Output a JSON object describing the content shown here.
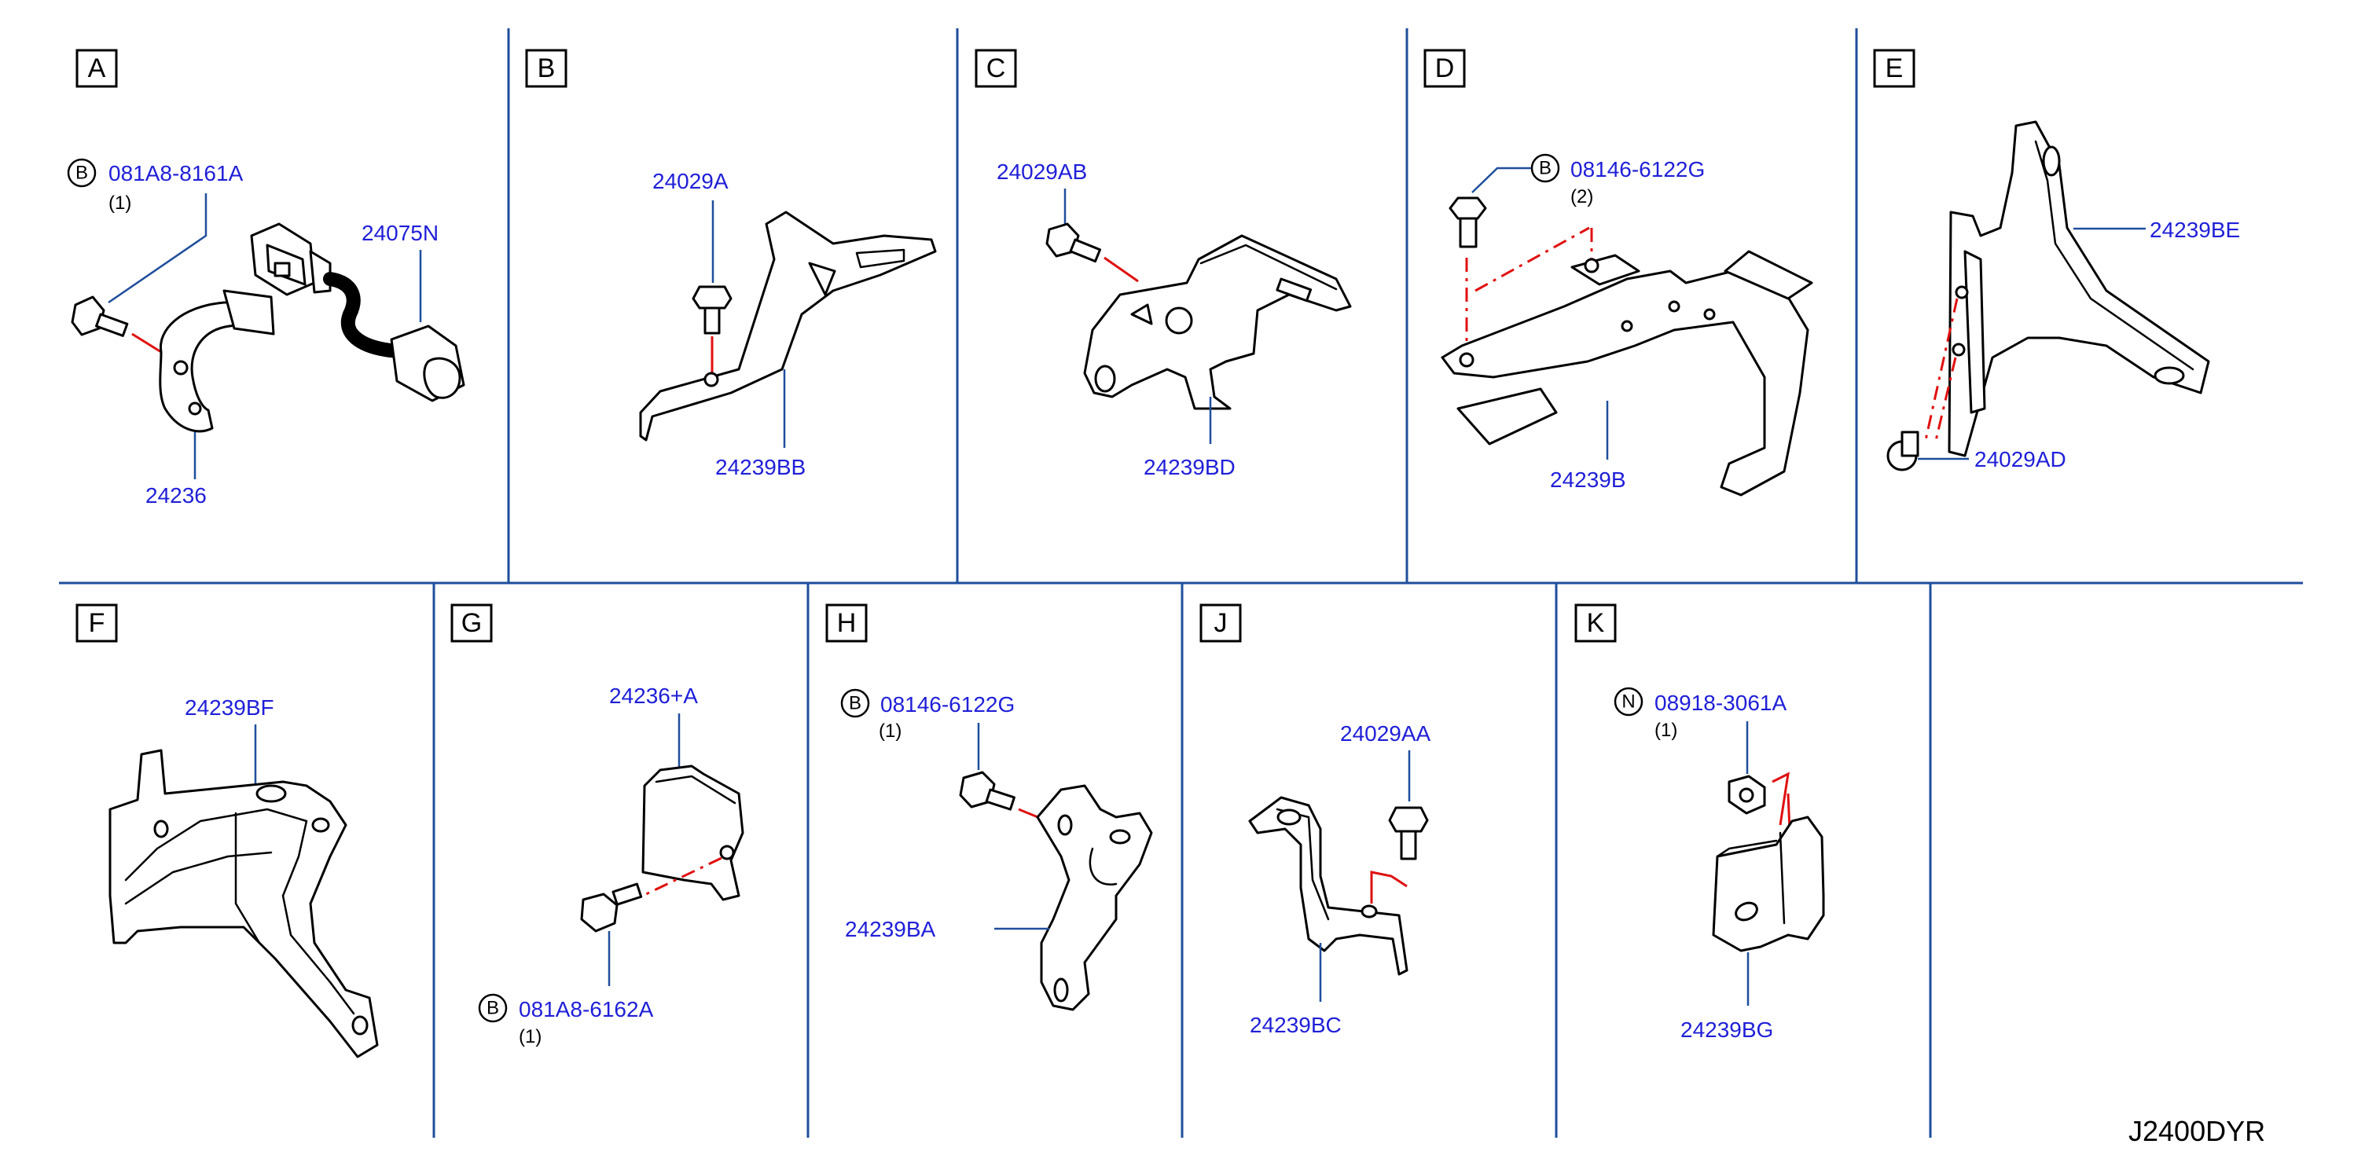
{
  "panels": [
    {
      "letter": "A",
      "parts": [
        "081A8-8161A",
        "24075N",
        "24236"
      ],
      "qty": "(1)",
      "symbol": "B"
    },
    {
      "letter": "B",
      "parts": [
        "24029A",
        "24239BB"
      ]
    },
    {
      "letter": "C",
      "parts": [
        "24029AB",
        "24239BD"
      ]
    },
    {
      "letter": "D",
      "parts": [
        "08146-6122G",
        "24239B"
      ],
      "qty": "(2)",
      "symbol": "B"
    },
    {
      "letter": "E",
      "parts": [
        "24239BE",
        "24029AD"
      ]
    },
    {
      "letter": "F",
      "parts": [
        "24239BF"
      ]
    },
    {
      "letter": "G",
      "parts": [
        "24236+A",
        "081A8-6162A"
      ],
      "qty": "(1)",
      "symbol": "B"
    },
    {
      "letter": "H",
      "parts": [
        "08146-6122G",
        "24239BA"
      ],
      "qty": "(1)",
      "symbol": "B"
    },
    {
      "letter": "J",
      "parts": [
        "24029AA",
        "24239BC"
      ]
    },
    {
      "letter": "K",
      "parts": [
        "08918-3061A",
        "24239BG"
      ],
      "qty": "(1)",
      "symbol": "N"
    }
  ],
  "diagram_code": "J2400DYR",
  "colors": {
    "grid": "#1f4e9c",
    "part_number": "#1f1fd8",
    "dash": "#e01010"
  }
}
